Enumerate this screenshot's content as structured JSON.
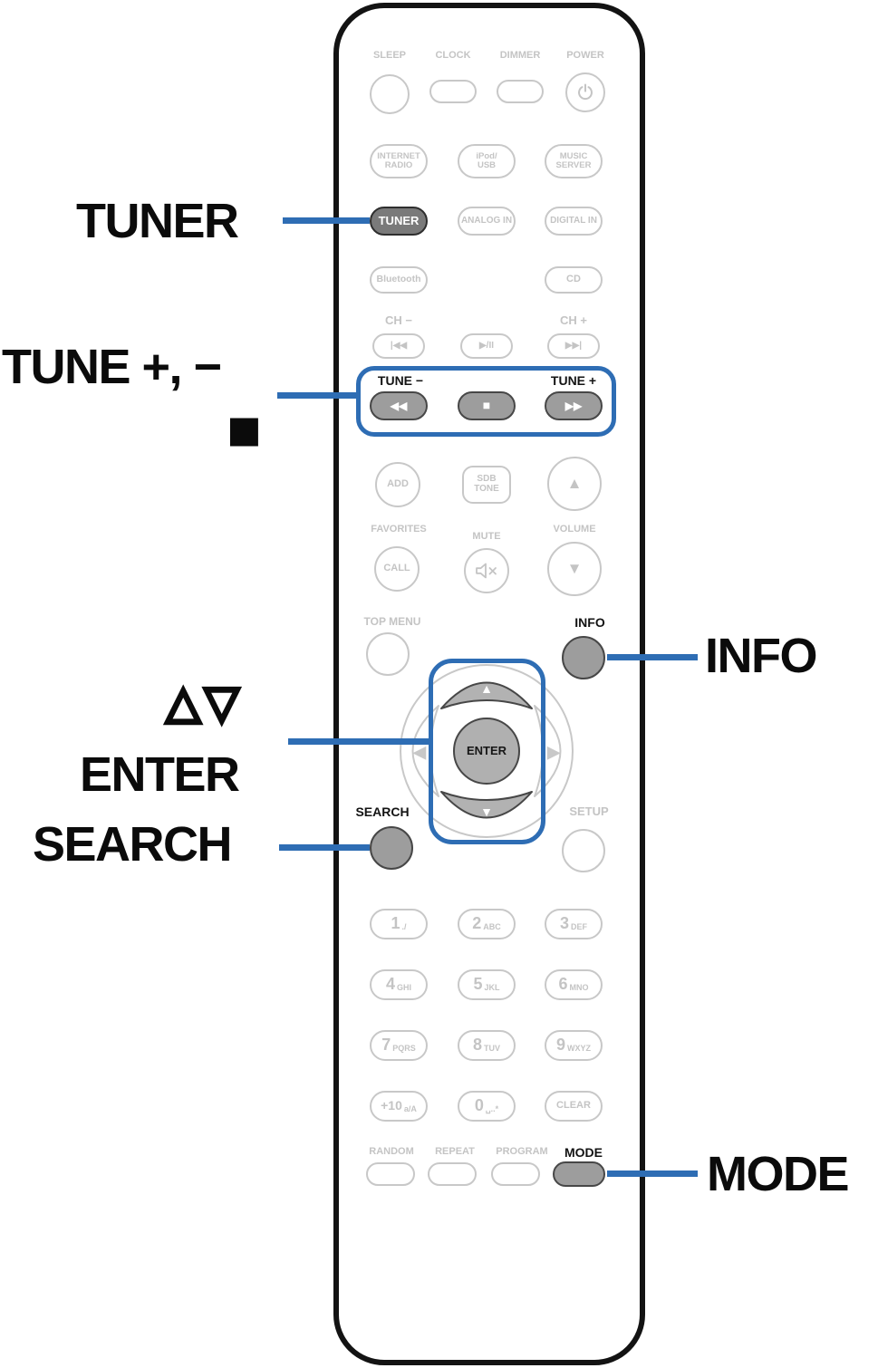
{
  "colors": {
    "accent_blue": "#2E6DB4",
    "remote_outline": "#131313",
    "button_outline_gray": "#C8C8C8",
    "button_filled_gray": "#9D9D9D",
    "tuner_button_gray": "#7A7A7A"
  },
  "callouts": {
    "tuner": "TUNER",
    "tune": "TUNE +, −",
    "stop_square": "■",
    "updown": "△▽",
    "enter": "ENTER",
    "search": "SEARCH",
    "info": "INFO",
    "mode": "MODE"
  },
  "icons": {
    "power": "power-symbol",
    "mute": "speaker-with-x"
  },
  "remote": {
    "top_labels": {
      "sleep": "SLEEP",
      "clock": "CLOCK",
      "dimmer": "DIMMER",
      "power": "POWER"
    },
    "sources": {
      "internet_radio": "INTERNET\nRADIO",
      "ipod_usb": "iPod/\nUSB",
      "music_server": "MUSIC\nSERVER",
      "tuner": "TUNER",
      "analog_in": "ANALOG IN",
      "digital_in": "DIGITAL IN",
      "bluetooth": "Bluetooth",
      "cd": "CD"
    },
    "channel": {
      "minus": "CH −",
      "plus": "CH +"
    },
    "tune": {
      "minus": "TUNE −",
      "plus": "TUNE +"
    },
    "glyphs": {
      "skip_back": "|◀◀",
      "play_pause": "▶/II",
      "skip_forward": "▶▶|",
      "rewind": "◀◀",
      "stop": "■",
      "fast_forward": "▶▶",
      "volume_up": "▲",
      "volume_down": "▼",
      "cursor_up": "▲",
      "cursor_down": "▼",
      "cursor_left": "◀",
      "cursor_right": "▶"
    },
    "middle": {
      "add": "ADD",
      "sdb_tone": "SDB\nTONE",
      "favorites": "FAVORITES",
      "mute": "MUTE",
      "volume": "VOLUME",
      "call": "CALL"
    },
    "menu": {
      "top_menu": "TOP MENU",
      "info": "INFO",
      "enter": "ENTER",
      "search": "SEARCH",
      "setup": "SETUP"
    },
    "keypad": [
      {
        "num": "1",
        "sub": "./"
      },
      {
        "num": "2",
        "sub": "ABC"
      },
      {
        "num": "3",
        "sub": "DEF"
      },
      {
        "num": "4",
        "sub": "GHI"
      },
      {
        "num": "5",
        "sub": "JKL"
      },
      {
        "num": "6",
        "sub": "MNO"
      },
      {
        "num": "7",
        "sub": "PQRS"
      },
      {
        "num": "8",
        "sub": "TUV"
      },
      {
        "num": "9",
        "sub": "WXYZ"
      },
      {
        "num": "+10",
        "sub": "a/A"
      },
      {
        "num": "0",
        "sub": "␣..*"
      },
      {
        "num": "",
        "sub": "CLEAR"
      }
    ],
    "bottom": {
      "random": "RANDOM",
      "repeat": "REPEAT",
      "program": "PROGRAM",
      "mode": "MODE"
    }
  }
}
